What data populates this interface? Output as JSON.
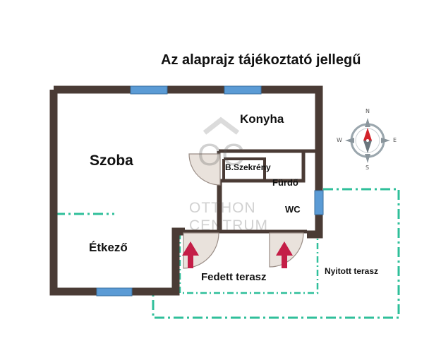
{
  "title": "Az alaprajz tájékoztató jellegű",
  "rooms": {
    "szoba": "Szoba",
    "konyha": "Konyha",
    "etkezo": "Étkező",
    "b_szekreny": "B.Szekrény",
    "furdo": "Fürdő",
    "wc": "WC",
    "fedett_terasz": "Fedett terasz",
    "nyitott_terasz": "Nyitott terasz"
  },
  "watermark": {
    "monogram": "OC",
    "text": "OTTHON\nCENTRUM"
  },
  "compass": {
    "north": "N",
    "east": "E",
    "south": "S",
    "west": "W"
  },
  "colors": {
    "wall": "#4a3b35",
    "window": "#5b9bd5",
    "terrace_outline": "#2fbf9a",
    "entry_arrow": "#c41e47",
    "compass_needle": "#d2232a",
    "door_fill": "#e9e2dc"
  }
}
